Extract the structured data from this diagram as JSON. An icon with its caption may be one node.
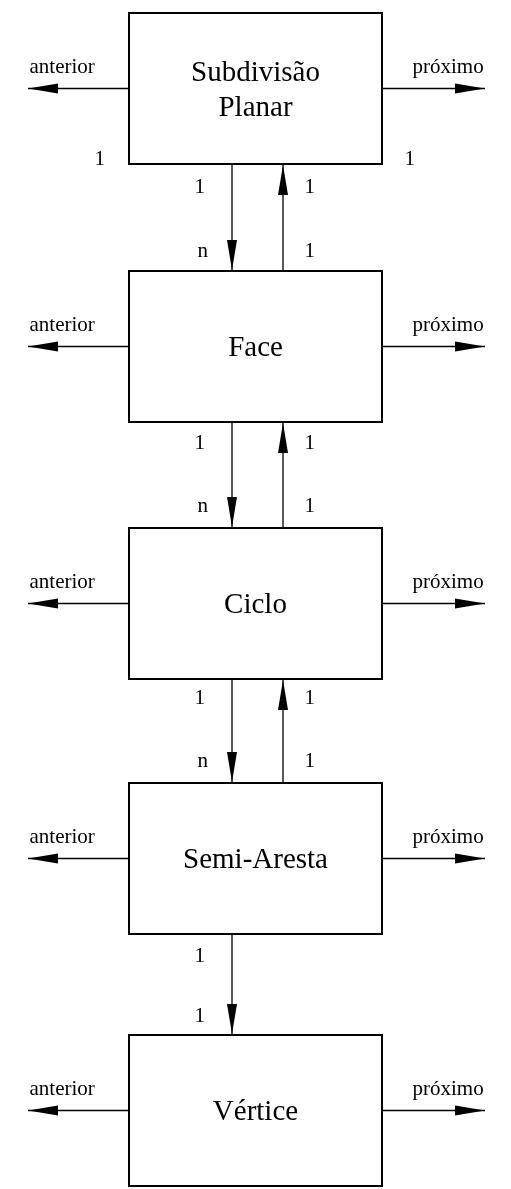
{
  "diagram": {
    "nodes": [
      {
        "text": [
          "Subdivisão Planar"
        ]
      },
      {
        "text": [
          "Face"
        ]
      },
      {
        "text": [
          "Ciclo"
        ]
      },
      {
        "text": [
          "Semi-Aresta"
        ]
      },
      {
        "text": [
          "Vértice"
        ]
      }
    ],
    "edges": [
      {
        "from": 0,
        "to": null,
        "arrow": "to",
        "label": "anterior"
      },
      {
        "from": 0,
        "to": null,
        "arrow": "to",
        "label": "próximo"
      },
      {
        "from": 0,
        "to": 1,
        "arrow": "to"
      },
      {
        "from": 1,
        "to": 0,
        "arrow": "to"
      },
      {
        "from": 1,
        "to": null,
        "arrow": "to",
        "label": "anterior"
      },
      {
        "from": 1,
        "to": null,
        "arrow": "to",
        "label": "próximo"
      },
      {
        "from": 1,
        "to": 2,
        "arrow": "to"
      },
      {
        "from": 2,
        "to": 1,
        "arrow": "to"
      },
      {
        "from": 2,
        "to": null,
        "arrow": "to",
        "label": "anterior"
      },
      {
        "from": 2,
        "to": null,
        "arrow": "to",
        "label": "próximo"
      },
      {
        "from": 2,
        "to": 3,
        "arrow": "to"
      },
      {
        "from": 3,
        "to": 2,
        "arrow": "to"
      },
      {
        "from": 3,
        "to": null,
        "arrow": "to",
        "label": "anterior"
      },
      {
        "from": 3,
        "to": null,
        "arrow": "to",
        "label": "próximo"
      },
      {
        "from": 3,
        "to": 4,
        "arrow": "to"
      },
      {
        "from": 4,
        "to": null,
        "arrow": "to",
        "label": "anterior"
      },
      {
        "from": 4,
        "to": null,
        "arrow": "to",
        "label": "próximo"
      }
    ],
    "labels": [
      "1",
      "1",
      "1",
      "1",
      "n",
      "1",
      "1",
      "1",
      "n",
      "1",
      "1",
      "1",
      "n",
      "1",
      "1",
      "1"
    ]
  }
}
